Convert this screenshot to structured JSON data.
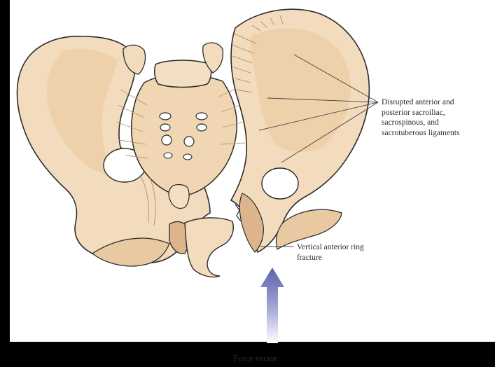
{
  "annotations": {
    "ligaments_lines": [
      "Disrupted anterior and",
      "posterior sacroiliac,",
      "sacrospinous, and",
      "sacrotuberous ligaments"
    ],
    "fracture_lines": [
      "Vertical anterior ring",
      "fracture"
    ],
    "force": "Force vector"
  },
  "colors": {
    "background": "#000000",
    "panel": "#ffffff",
    "bone": "#f2dcbd",
    "bone_shadow": "#dcb58c",
    "ligament": "#c9a880",
    "outline": "#2b2b2b",
    "force_arrow": "#7077ba"
  }
}
